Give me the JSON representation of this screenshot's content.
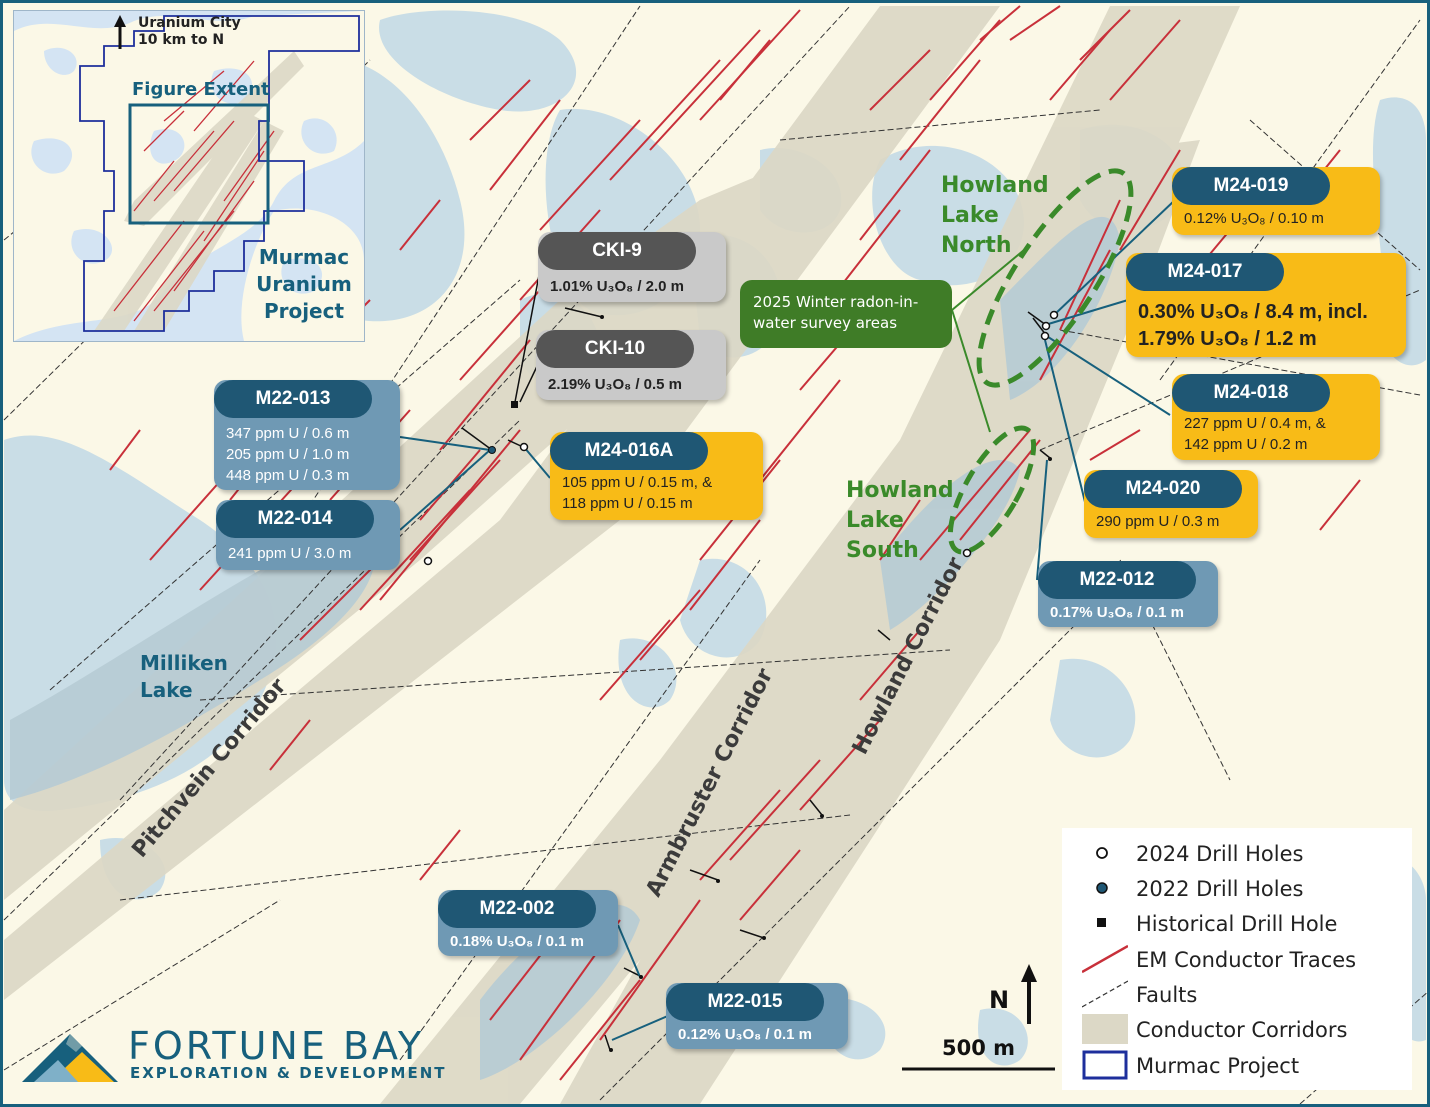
{
  "inset": {
    "uranium_city_label": "Uranium City",
    "uranium_city_sub": "10 km to N",
    "figure_extent_label": "Figure Extent",
    "project_label": "Murmac\nUranium\nProject"
  },
  "places": {
    "milliken_lake": "Milliken\nLake",
    "howland_lake_north": "Howland\nLake\nNorth",
    "howland_lake_south": "Howland\nLake\nSouth"
  },
  "corridors": {
    "pitchvein": "Pitchvein Corridor",
    "armbruster": "Armbruster Corridor",
    "howland": "Howland Corridor"
  },
  "radon_callout": "2025 Winter radon-in-\nwater survey areas",
  "holes": [
    {
      "id": "CKI-9",
      "style": "gray",
      "lines": [
        "1.01% U₃O₈ / 2.0 m"
      ]
    },
    {
      "id": "CKI-10",
      "style": "gray",
      "lines": [
        "2.19% U₃O₈ / 0.5 m"
      ]
    },
    {
      "id": "M22-013",
      "style": "blue",
      "lines": [
        "347 ppm U / 0.6 m",
        "205 ppm U / 1.0 m",
        "448 ppm U / 0.3 m"
      ]
    },
    {
      "id": "M22-014",
      "style": "blue",
      "lines": [
        "241 ppm U / 3.0 m"
      ]
    },
    {
      "id": "M24-016A",
      "style": "gold",
      "lines": [
        "105 ppm U / 0.15 m, &",
        "118 ppm U / 0.15 m"
      ]
    },
    {
      "id": "M24-019",
      "style": "gold",
      "lines": [
        "0.12% U₃O₈ / 0.10 m"
      ]
    },
    {
      "id": "M24-017",
      "style": "gold",
      "lines": [
        "0.30% U₃O₈ / 8.4 m, incl.",
        "1.79% U₃O₈ / 1.2 m"
      ]
    },
    {
      "id": "M24-018",
      "style": "gold",
      "lines": [
        "227 ppm U / 0.4 m, &",
        "142 ppm U / 0.2 m"
      ]
    },
    {
      "id": "M24-020",
      "style": "gold",
      "lines": [
        "290 ppm U / 0.3 m"
      ]
    },
    {
      "id": "M22-012",
      "style": "blue",
      "lines": [
        "0.17% U₃O₈ / 0.1 m"
      ]
    },
    {
      "id": "M22-002",
      "style": "blue",
      "lines": [
        "0.18% U₃O₈ / 0.1 m"
      ]
    },
    {
      "id": "M22-015",
      "style": "blue",
      "lines": [
        "0.12% U₃O₈ / 0.1 m"
      ]
    }
  ],
  "legend": {
    "items": [
      {
        "label": "2024 Drill Holes",
        "symbol": "open-circle"
      },
      {
        "label": "2022 Drill Holes",
        "symbol": "filled-circle"
      },
      {
        "label": "Historical Drill Hole",
        "symbol": "square"
      },
      {
        "label": "EM Conductor Traces",
        "symbol": "red-line"
      },
      {
        "label": "Faults",
        "symbol": "dashed-line"
      },
      {
        "label": "Conductor Corridors",
        "symbol": "gray-fill"
      },
      {
        "label": "Murmac Project",
        "symbol": "blue-outline"
      }
    ]
  },
  "north_arrow": "N",
  "scale_bar": "500 m",
  "logo": {
    "name": "FORTUNE BAY",
    "tagline": "EXPLORATION & DEVELOPMENT"
  },
  "colors": {
    "land": "#fbf8e7",
    "water": "#c9dde6",
    "corridor": "#dcd8c6",
    "em_trace": "#c8303a",
    "project_outline": "#1e2f9c",
    "brand_teal": "#17607d",
    "highlight_gold": "#f8bb17",
    "green": "#3a8a2a"
  }
}
